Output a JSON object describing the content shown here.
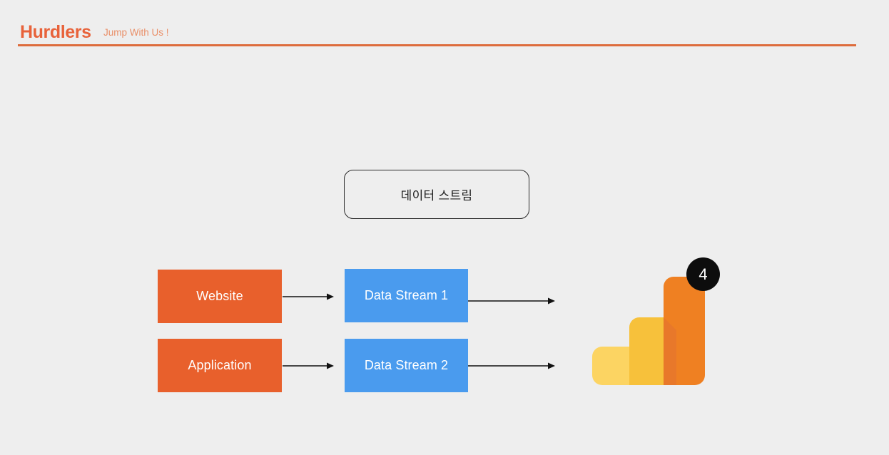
{
  "header": {
    "brand": "Hurdlers",
    "tagline": "Jump With Us !",
    "brand_color": "#e8623a",
    "tagline_color": "#e98f68",
    "rule_color": "#dd6c3c"
  },
  "page": {
    "background_color": "#eeeeee"
  },
  "diagram": {
    "group_label": "데이터 스트림",
    "nodes": [
      {
        "id": "website",
        "label": "Website",
        "type": "source",
        "color": "#e8602c"
      },
      {
        "id": "application",
        "label": "Application",
        "type": "source",
        "color": "#e8602c"
      },
      {
        "id": "data-stream-1",
        "label": "Data Stream 1",
        "type": "stream",
        "color": "#4a9bee"
      },
      {
        "id": "data-stream-2",
        "label": "Data Stream 2",
        "type": "stream",
        "color": "#4a9bee"
      }
    ],
    "arrows": [
      {
        "from": "website",
        "to": "data-stream-1"
      },
      {
        "from": "application",
        "to": "data-stream-2"
      },
      {
        "from": "data-stream-1",
        "to": "google-analytics"
      },
      {
        "from": "data-stream-2",
        "to": "google-analytics"
      }
    ],
    "destination": {
      "id": "google-analytics",
      "icon": "google-analytics-logo",
      "badge": "4",
      "badge_background": "#0d0d0d",
      "badge_text_color": "#ffffff",
      "bar_colors": {
        "yellow_light": "#fcd462",
        "yellow": "#f7c13b",
        "orange": "#ef8022",
        "orange_shade": "#e8782a"
      }
    }
  }
}
